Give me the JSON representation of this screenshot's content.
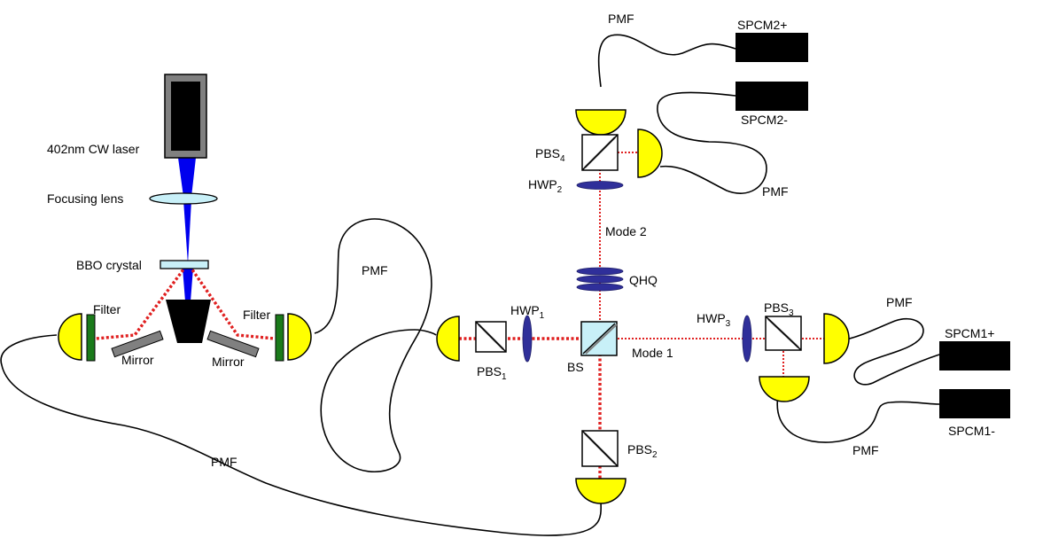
{
  "labels": {
    "laser": "402nm CW laser",
    "focusing_lens": "Focusing lens",
    "bbo": "BBO crystal",
    "filter": "Filter",
    "mirror": "Mirror",
    "pmf": "PMF",
    "pbs": "PBS",
    "hwp": "HWP",
    "bs": "BS",
    "qhq": "QHQ",
    "mode1": "Mode 1",
    "mode2": "Mode 2",
    "spcm1_plus": "SPCM1+",
    "spcm1_minus": "SPCM1-",
    "spcm2_plus": "SPCM2+",
    "spcm2_minus": "SPCM2-"
  },
  "subscripts": {
    "one": "1",
    "two": "2",
    "three": "3",
    "four": "4"
  },
  "colors": {
    "pump_beam": "#0000ee",
    "photon_beam": "#e02020",
    "coupler": "#ffff00",
    "bs_cube": "#c8f0f8",
    "waveplate": "#2f2f9a",
    "filter": "#1a7a1a",
    "mirror": "#808080"
  }
}
